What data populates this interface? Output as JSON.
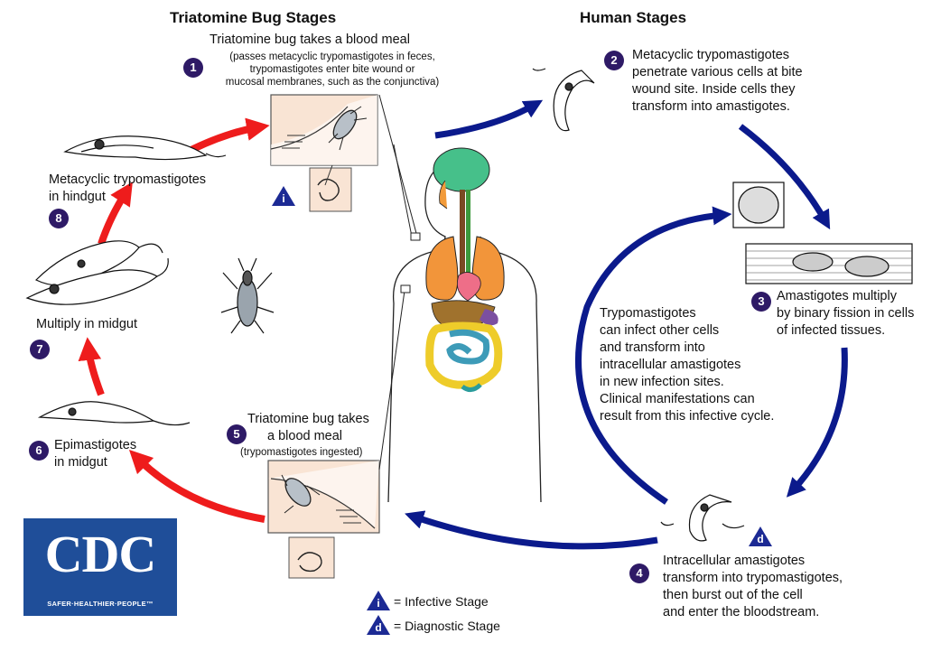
{
  "headings": {
    "bug": "Triatomine Bug Stages",
    "human": "Human Stages"
  },
  "stages": [
    {
      "num": "1",
      "title": "Triatomine bug takes a blood meal",
      "detail": [
        "(passes metacyclic trypomastigotes in feces,",
        "trypomastigotes enter bite wound or",
        "mucosal membranes, such as the conjunctiva)"
      ]
    },
    {
      "num": "2",
      "lines": [
        "Metacyclic trypomastigotes",
        "penetrate various cells at bite",
        "wound site.  Inside cells they",
        "transform into amastigotes."
      ]
    },
    {
      "num": "3",
      "lines": [
        "Amastigotes multiply",
        "by binary fission in cells",
        "of infected tissues."
      ]
    },
    {
      "num": "4",
      "lines": [
        "Intracellular amastigotes",
        "transform into trypomastigotes,",
        "then burst out of the cell",
        "and enter the bloodstream."
      ]
    },
    {
      "num": "5",
      "lines": [
        "Triatomine bug takes",
        "a blood meal"
      ],
      "detail": "(trypomastigotes ingested)"
    },
    {
      "num": "6",
      "lines": [
        "Epimastigotes",
        "in midgut"
      ]
    },
    {
      "num": "7",
      "lines": [
        "Multiply in midgut"
      ]
    },
    {
      "num": "8",
      "lines": [
        "Metacyclic trypomastigotes",
        "in hindgut"
      ]
    }
  ],
  "center_note": [
    "Trypomastigotes",
    "can infect other cells",
    "and transform into",
    "intracellular amastigotes",
    "in new infection sites.",
    "Clinical manifestations can",
    "result from this infective cycle."
  ],
  "markers": {
    "infective": "i",
    "diagnostic": "d"
  },
  "legend": {
    "infective": "= Infective Stage",
    "diagnostic": "= Diagnostic Stage"
  },
  "logo": {
    "word": "CDC",
    "tagline": "SAFER·HEALTHIER·PEOPLE™"
  },
  "colors": {
    "bug_arrow": "#ee1c1c",
    "human_arrow": "#0b1a8c",
    "badge": "#2e1a66",
    "logo": "#1f4e99",
    "panel": "#f9e4d4"
  }
}
